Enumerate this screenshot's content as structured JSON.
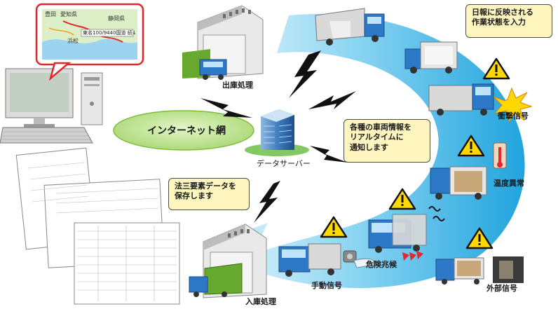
{
  "labels": {
    "shipping": "出庫処理",
    "receiving": "入庫処理",
    "server": "データサーバー",
    "internet": "インターネット網",
    "shock": "衝撃信号",
    "temperature": "温度異常",
    "danger": "危険兆候",
    "manual": "手動信号",
    "external": "外部信号"
  },
  "notes": {
    "daily_report": [
      "日報に反映される",
      "作業状態を入力"
    ],
    "vehicle_info": [
      "各種の車両情報を",
      "リアルタイムに",
      "通知します"
    ],
    "legal_data": [
      "法三要素データを",
      "保存します"
    ]
  },
  "map_label": "東名100/9440国道 続↓",
  "map_places": [
    "豊田",
    "愛知県",
    "静岡県",
    "浜松"
  ],
  "colors": {
    "arrow_blue": "#1ea7e1",
    "internet_green": "#b9e08a",
    "truck_blue": "#2e78c8",
    "warning_yellow": "#ffd800",
    "note_bg": "#fff6bf"
  }
}
